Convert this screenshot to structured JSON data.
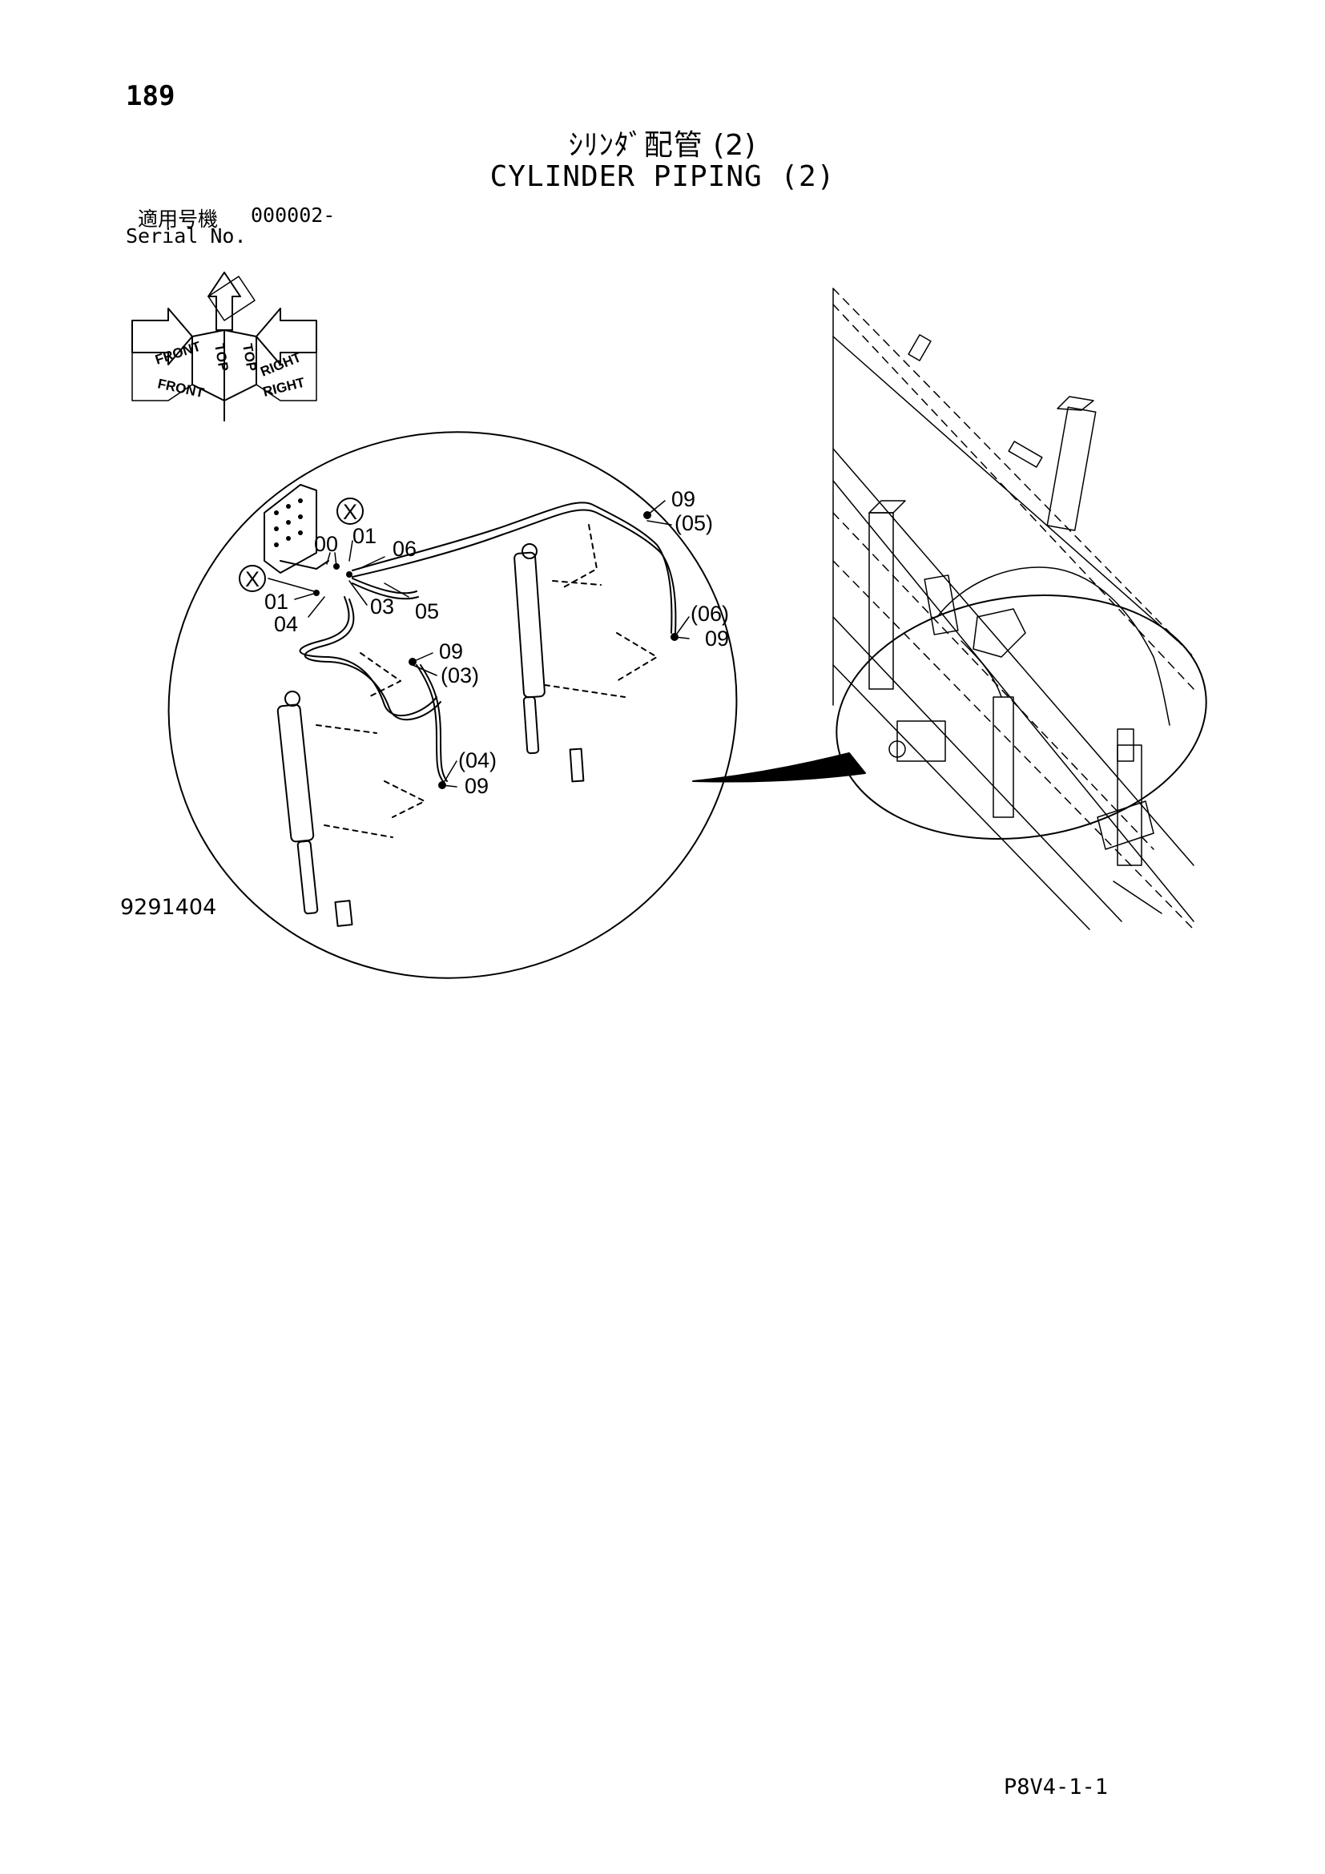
{
  "page_number": "189",
  "title_jp": "ｼﾘﾝﾀﾞ配管 (2)",
  "title_en": "CYLINDER PIPING (2)",
  "serial": {
    "label_jp": "適用号機",
    "label_en": "Serial No.",
    "value": "000002-"
  },
  "direction_labels": {
    "front": "FRONT",
    "right": "RIGHT",
    "top": "TOP"
  },
  "callouts": {
    "c00": "00",
    "c01a": "01",
    "c01b": "01",
    "c03": "03",
    "c04": "04",
    "c05": "05",
    "c06": "06",
    "c09a": "09",
    "c05p": "(05)",
    "c06p": "(06)",
    "c09b": "09",
    "c09c": "09",
    "c03p": "(03)",
    "c04p": "(04)",
    "c09d": "09",
    "x_mark": "X"
  },
  "diagram_id": "9291404",
  "page_code": "P8V4-1-1"
}
